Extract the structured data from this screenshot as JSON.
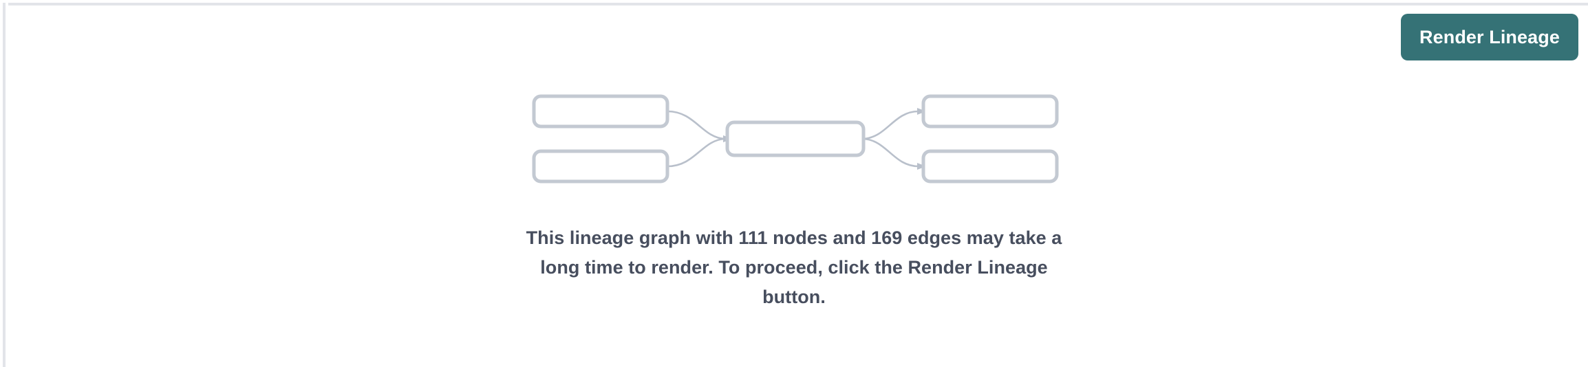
{
  "page": {
    "background_color": "#ffffff",
    "rule_color": "#e2e4e9"
  },
  "toolbar": {
    "render_button_label": "Render Lineage",
    "render_button_color": "#357276",
    "render_button_text_color": "#ffffff"
  },
  "placeholder_graph": {
    "node_border_color": "#c3c9d2",
    "node_fill_color": "#ffffff",
    "edge_color": "#b9c0cb",
    "nodes": [
      {
        "id": "source-a",
        "column": "left",
        "row": "top"
      },
      {
        "id": "source-b",
        "column": "left",
        "row": "bottom"
      },
      {
        "id": "middle",
        "column": "center",
        "row": "middle"
      },
      {
        "id": "target-a",
        "column": "right",
        "row": "top"
      },
      {
        "id": "target-b",
        "column": "right",
        "row": "bottom"
      }
    ],
    "edges": [
      {
        "from": "source-a",
        "to": "middle"
      },
      {
        "from": "source-b",
        "to": "middle"
      },
      {
        "from": "middle",
        "to": "target-a"
      },
      {
        "from": "middle",
        "to": "target-b"
      }
    ]
  },
  "notice": {
    "text": "This lineage graph with 111 nodes and 169 edges may take a long time to render. To proceed, click the Render Lineage button.",
    "node_count": 111,
    "edge_count": 169,
    "text_color": "#474e5e"
  }
}
